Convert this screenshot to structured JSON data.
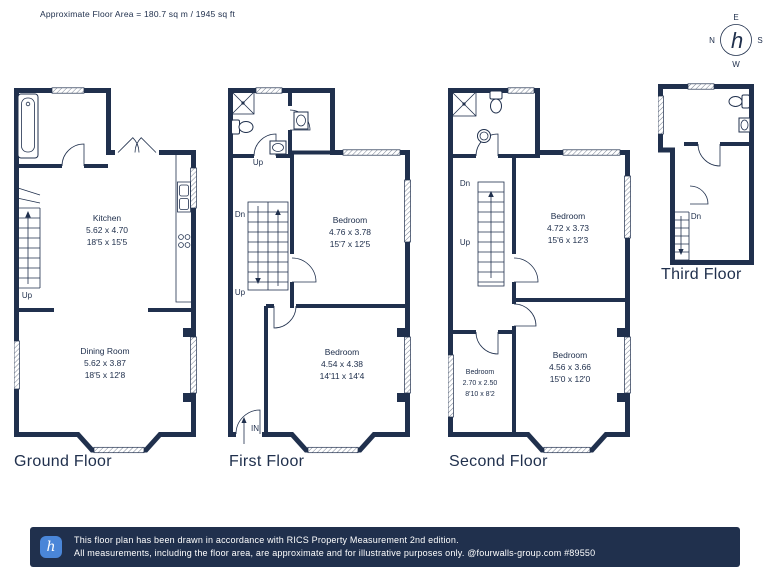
{
  "header": {
    "floor_area_label": "Approximate Floor Area = 180.7 sq m / 1945 sq ft"
  },
  "compass": {
    "n": "N",
    "e": "E",
    "s": "S",
    "w": "W",
    "mark": "h"
  },
  "floors": {
    "ground": {
      "title": "Ground Floor",
      "kitchen": {
        "name": "Kitchen",
        "metric": "5.62 x 4.70",
        "imperial": "18'5 x 15'5"
      },
      "dining": {
        "name": "Dining Room",
        "metric": "5.62 x 3.87",
        "imperial": "18'5 x 12'8"
      },
      "up": "Up"
    },
    "first": {
      "title": "First Floor",
      "bedroom1": {
        "name": "Bedroom",
        "metric": "4.76 x 3.78",
        "imperial": "15'7 x 12'5"
      },
      "bedroom2": {
        "name": "Bedroom",
        "metric": "4.54 x 4.38",
        "imperial": "14'11 x 14'4"
      },
      "up_top": "Up",
      "dn": "Dn",
      "up_bottom": "Up",
      "in": "IN"
    },
    "second": {
      "title": "Second Floor",
      "bedroom1": {
        "name": "Bedroom",
        "metric": "4.72 x 3.73",
        "imperial": "15'6 x 12'3"
      },
      "bedroom2": {
        "name": "Bedroom",
        "metric": "2.70 x 2.50",
        "imperial": "8'10 x 8'2"
      },
      "bedroom3": {
        "name": "Bedroom",
        "metric": "4.56 x 3.66",
        "imperial": "15'0 x 12'0"
      },
      "dn": "Dn",
      "up": "Up"
    },
    "third": {
      "title": "Third Floor",
      "dn": "Dn"
    }
  },
  "footer": {
    "line1": "This floor plan has been drawn in accordance with RICS Property Measurement 2nd edition.",
    "line2": "All measurements, including the floor area, are approximate and for illustrative purposes only. @fourwalls-group.com #89550"
  },
  "colors": {
    "wall": "#20304d",
    "compass_accent": "#c4644a",
    "logo_blue": "#4a86d8",
    "footer_bg": "#20304d"
  }
}
